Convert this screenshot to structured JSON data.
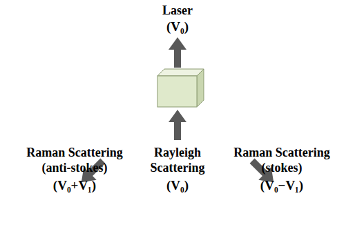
{
  "diagram": {
    "labels": [
      "Laser",
      "(V₀)",
      "Raman Scattering (anti-stokes)",
      "(V₀+V₁)",
      "Rayleigh Scattering",
      "(V₀)",
      "Raman Scattering (stokes)",
      "(V₀−V₁)"
    ]
  }
}
